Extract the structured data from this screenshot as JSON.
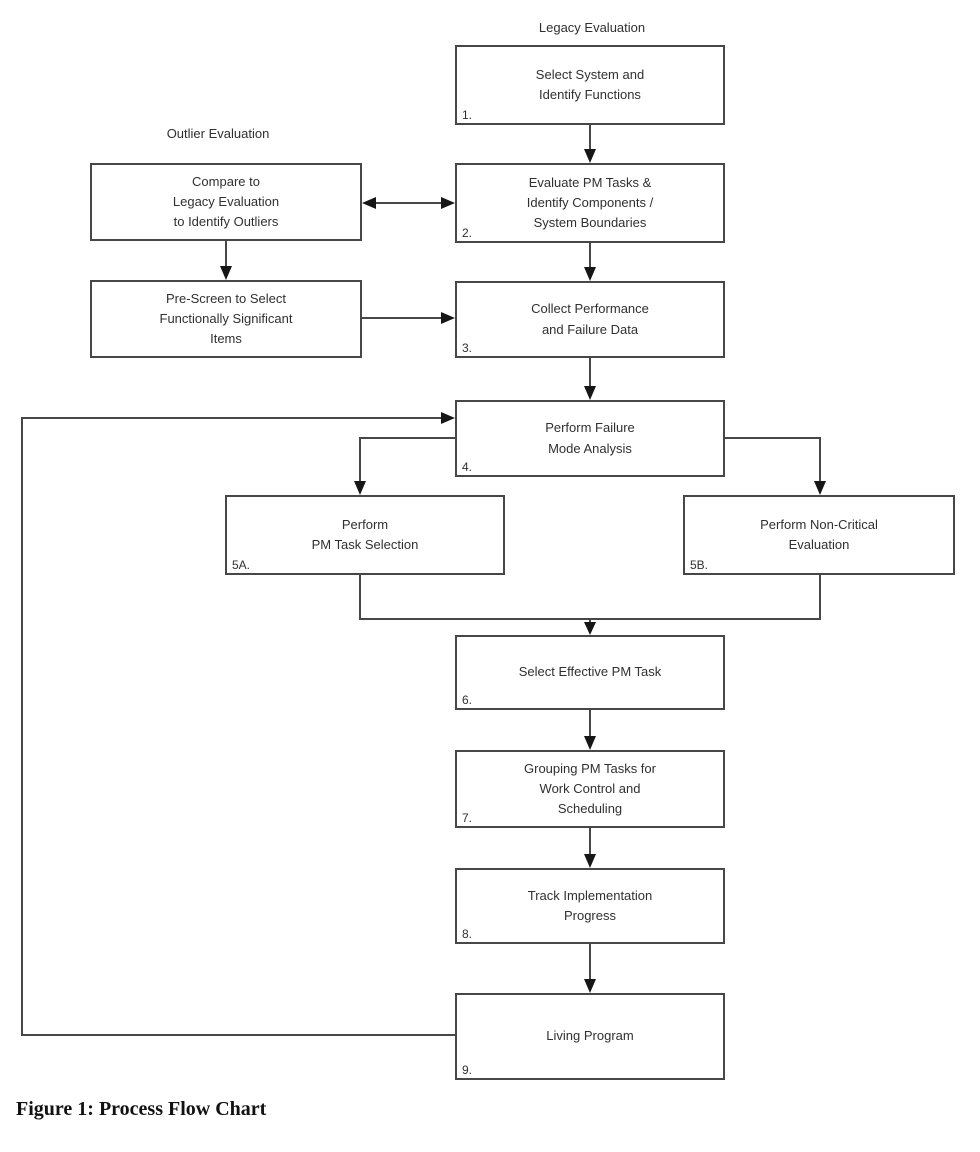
{
  "labels": {
    "legacy": "Legacy Evaluation",
    "outlier": "Outlier Evaluation"
  },
  "boxes": {
    "step1": {
      "number": "1.",
      "label": "Select System and\nIdentify Functions"
    },
    "compare": {
      "label": "Compare to\nLegacy Evaluation\nto Identify Outliers"
    },
    "step2": {
      "number": "2.",
      "label": "Evaluate PM Tasks &\nIdentify Components /\nSystem Boundaries"
    },
    "prescreen": {
      "label": "Pre-Screen to Select\nFunctionally Significant\nItems"
    },
    "step3": {
      "number": "3.",
      "label": "Collect Performance\nand Failure Data"
    },
    "step4": {
      "number": "4.",
      "label": "Perform Failure\nMode Analysis"
    },
    "step5a": {
      "number": "5A.",
      "label": "Perform\nPM Task Selection"
    },
    "step5b": {
      "number": "5B.",
      "label": "Perform Non-Critical\nEvaluation"
    },
    "step6": {
      "number": "6.",
      "label": "Select Effective PM Task"
    },
    "step7": {
      "number": "7.",
      "label": "Grouping PM Tasks for\nWork Control and\nScheduling"
    },
    "step8": {
      "number": "8.",
      "label": "Track Implementation\nProgress"
    },
    "step9": {
      "number": "9.",
      "label": "Living Program"
    }
  },
  "caption": "Figure 1: Process Flow Chart",
  "colors": {
    "line": "#474747",
    "arrowhead": "#161616",
    "box_border": "#474747",
    "text": "#303030",
    "background": "#ffffff"
  }
}
